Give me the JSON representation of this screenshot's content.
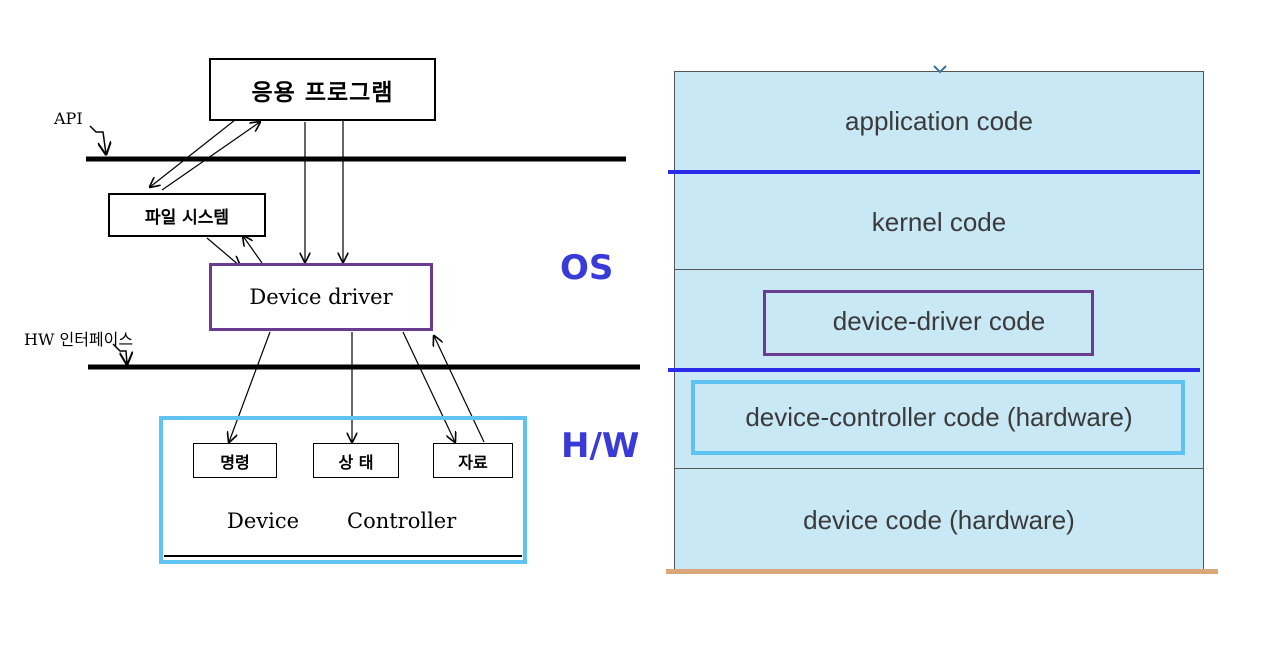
{
  "left_diagram": {
    "app_program": "응용 프로그램",
    "api_label": "API",
    "file_system": "파일 시스템",
    "device_driver": "Device driver",
    "hw_interface_label": "HW 인터페이스",
    "cmd_box": "명령",
    "status_box": "상 태",
    "data_box": "자료",
    "controller_label_1": "Device",
    "controller_label_2": "Controller"
  },
  "side_labels": {
    "os": "OS",
    "hw": "H/W"
  },
  "layers": [
    {
      "label": "application code"
    },
    {
      "label": "kernel code"
    },
    {
      "label": "device-driver code"
    },
    {
      "label": "device-controller code (hardware)"
    },
    {
      "label": "device code (hardware)"
    }
  ],
  "colors": {
    "driver_border": "#6b3b8f",
    "controller_border": "#5ec3f0",
    "layer_fill": "#c9e8f6",
    "os_hw_text": "#3a3ad8",
    "blue_separator": "#2a2ae8",
    "bottom_rule": "#d9a77a"
  }
}
